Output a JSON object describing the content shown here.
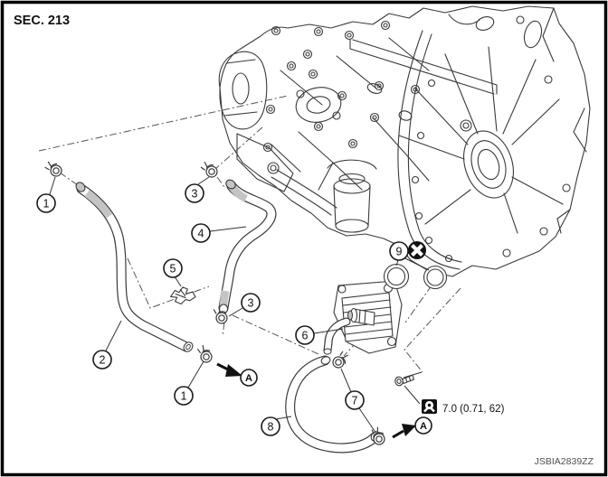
{
  "header": {
    "section_label": "SEC. 213"
  },
  "figure": {
    "code": "JSBIA2839ZZ",
    "torque_value": "7.0 (0.71, 62)",
    "type": "exploded parts diagram - engine oil cooler and water hoses"
  },
  "callouts": {
    "n1": "1",
    "n2": "2",
    "n3": "3",
    "n4": "4",
    "n5": "5",
    "n6": "6",
    "n7": "7",
    "n8": "8",
    "n9": "9"
  },
  "view_labels": {
    "a": "A"
  },
  "icons": {
    "do_not_reuse": {
      "name": "do-not-reuse-icon",
      "glyph": "X in black circle"
    },
    "torque": {
      "name": "torque-wrench-icon",
      "glyph": "wrench dial in black square"
    }
  },
  "colors": {
    "line": "#3a3a3a",
    "frame": "#000000",
    "hose_end_gray": "#c4c4c4",
    "symbol_black": "#111111",
    "watermark_gray": "#4f4f4f"
  }
}
